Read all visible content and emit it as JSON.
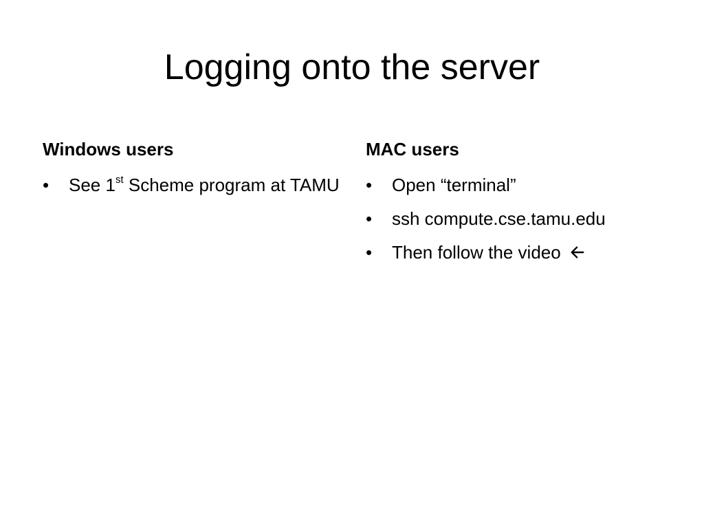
{
  "slide": {
    "title": "Logging onto the server",
    "left": {
      "heading": "Windows users",
      "items": [
        {
          "prefix": "See 1",
          "superscript": "st",
          "suffix": " Scheme program at TAMU"
        }
      ]
    },
    "right": {
      "heading": "MAC users",
      "items": [
        {
          "text": "Open “terminal”"
        },
        {
          "text": "ssh compute.cse.tamu.edu"
        },
        {
          "text": "Then follow the video",
          "icon": "arrow-left-icon"
        }
      ]
    },
    "bullet_glyph": "•"
  }
}
